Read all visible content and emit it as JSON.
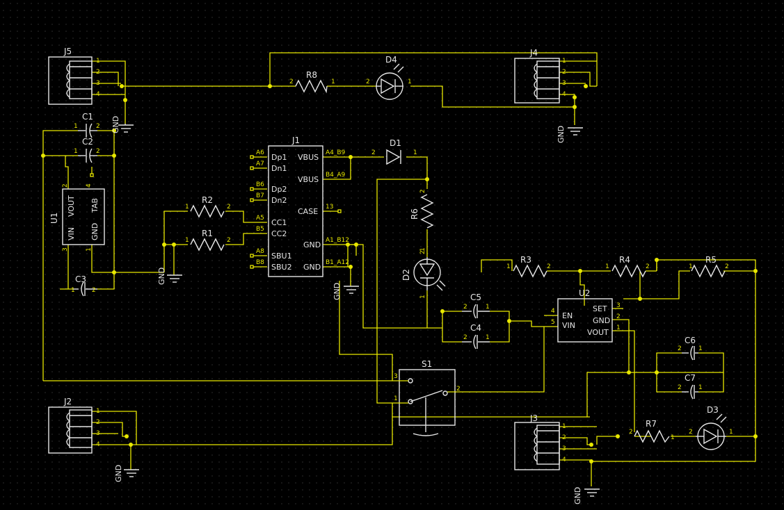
{
  "colors": {
    "background": "#000000",
    "wire": "#e8e800",
    "part": "#e6e6e6",
    "grid": "#5a5a5a"
  },
  "refs": {
    "J1": "J1",
    "J2": "J2",
    "J3": "J3",
    "J4": "J4",
    "J5": "J5",
    "U1": "U1",
    "U2": "U2",
    "S1": "S1",
    "R1": "R1",
    "R2": "R2",
    "R3": "R3",
    "R4": "R4",
    "R5": "R5",
    "R6": "R6",
    "R7": "R7",
    "R8": "R8",
    "C1": "C1",
    "C2": "C2",
    "C3": "C3",
    "C4": "C4",
    "C5": "C5",
    "C6": "C6",
    "C7": "C7",
    "D1": "D1",
    "D2": "D2",
    "D3": "D3",
    "D4": "D4"
  },
  "net_gnd": "GND",
  "pin1": "1",
  "pin2": "2",
  "pin3": "3",
  "pin4": "4",
  "pin5": "5",
  "pin13": "13",
  "j1_pins": {
    "dp1": "Dp1",
    "dn1": "Dn1",
    "dp2": "Dp2",
    "dn2": "Dn2",
    "cc1": "CC1",
    "cc2": "CC2",
    "sbu1": "SBU1",
    "sbu2": "SBU2",
    "vbus": "VBUS",
    "case": "CASE",
    "gnd": "GND",
    "a6": "A6",
    "a7": "A7",
    "b6": "B6",
    "b7": "B7",
    "a5": "A5",
    "b5": "B5",
    "a8": "A8",
    "b8": "B8",
    "a4b9": "A4_B9",
    "b4a9": "B4_A9",
    "a1b12": "A1_B12",
    "b1a12": "B1_A12"
  },
  "u1_pins": {
    "vout": "VOUT",
    "tab": "TAB",
    "vin": "VIN",
    "gnd": "GND"
  },
  "u2_pins": {
    "en": "EN",
    "vin": "VIN",
    "set": "SET",
    "gnd": "GND",
    "vout": "VOUT"
  }
}
